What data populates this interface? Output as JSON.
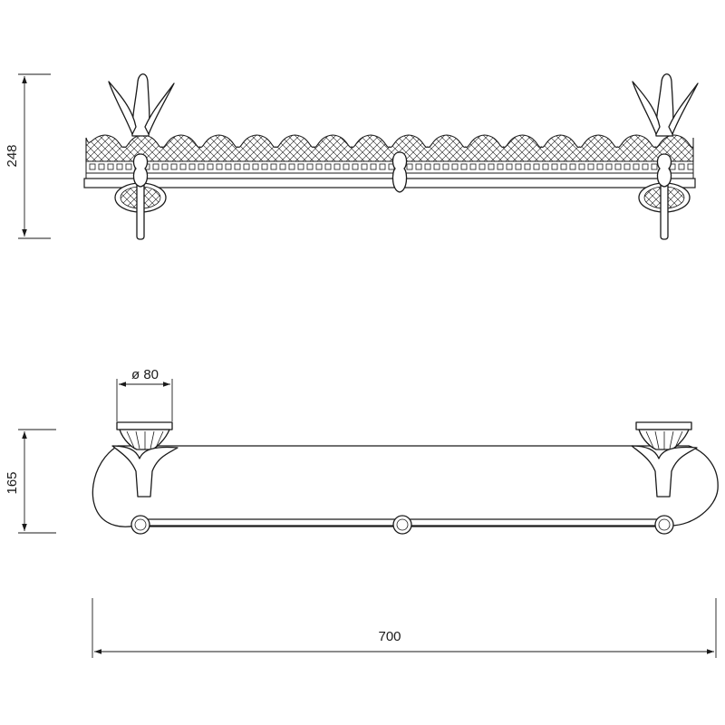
{
  "drawing": {
    "dimensions": {
      "front_height": "248",
      "side_depth": "165",
      "total_width": "700",
      "bracket_diameter": "ø 80"
    },
    "colors": {
      "line": "#1a1a1a",
      "background": "#ffffff"
    }
  }
}
